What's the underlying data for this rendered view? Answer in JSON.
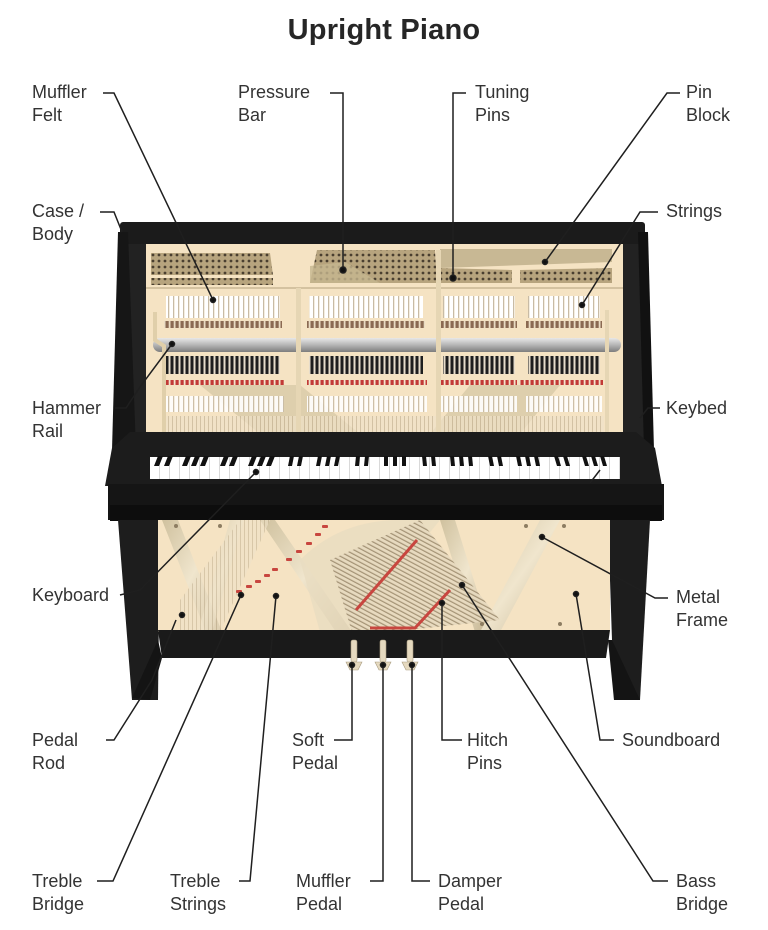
{
  "title": "Upright Piano",
  "colors": {
    "case": "#1a1a1a",
    "case_highlight": "#2e2e2e",
    "panel": "#f5e3c3",
    "frame_metal": "#d8cdb0",
    "felt_red": "#c0393b",
    "leader_line": "#1f1f1f",
    "text": "#333333"
  },
  "labels": {
    "muffler_felt": "Muffler\nFelt",
    "pressure_bar": "Pressure\nBar",
    "tuning_pins": "Tuning\nPins",
    "pin_block": "Pin\nBlock",
    "case_body": "Case /\nBody",
    "strings": "Strings",
    "hammer_rail": "Hammer\nRail",
    "keybed": "Keybed",
    "keyboard": "Keyboard",
    "metal_frame": "Metal\nFrame",
    "pedal_rod": "Pedal\nRod",
    "soft_pedal": "Soft\nPedal",
    "hitch_pins": "Hitch\nPins",
    "soundboard": "Soundboard",
    "treble_bridge": "Treble\nBridge",
    "treble_strings": "Treble\nStrings",
    "muffler_pedal": "Muffler\nPedal",
    "damper_pedal": "Damper\nPedal",
    "bass_bridge": "Bass\nBridge"
  }
}
